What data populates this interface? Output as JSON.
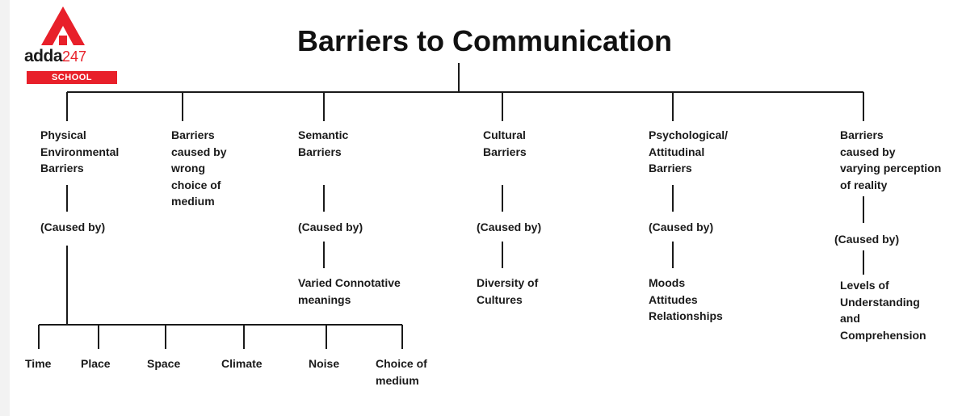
{
  "logo": {
    "brand": "adda",
    "brand_num": "247",
    "badge": "SCHOOL",
    "accent_color": "#e8202a"
  },
  "title": "Barriers to Communication",
  "branches": [
    {
      "label": "Physical\nEnvironmental\nBarriers",
      "caused_by": "(Caused by)",
      "children": [
        "Time",
        "Place",
        "Space",
        "Climate",
        "Noise",
        "Choice of\nmedium"
      ]
    },
    {
      "label": "Barriers\ncaused by\nwrong\nchoice of\nmedium"
    },
    {
      "label": "Semantic\nBarriers",
      "caused_by": "(Caused by)",
      "result": "Varied Connotative\nmeanings"
    },
    {
      "label": "Cultural\nBarriers",
      "caused_by": "(Caused by)",
      "result": "Diversity of\nCultures"
    },
    {
      "label": "Psychological/\nAttitudinal\nBarriers",
      "caused_by": "(Caused by)",
      "result": "Moods\nAttitudes\nRelationships"
    },
    {
      "label": "Barriers\ncaused by\nvarying perception\nof reality",
      "caused_by": "(Caused by)",
      "result": "Levels of\nUnderstanding\nand\nComprehension"
    }
  ]
}
